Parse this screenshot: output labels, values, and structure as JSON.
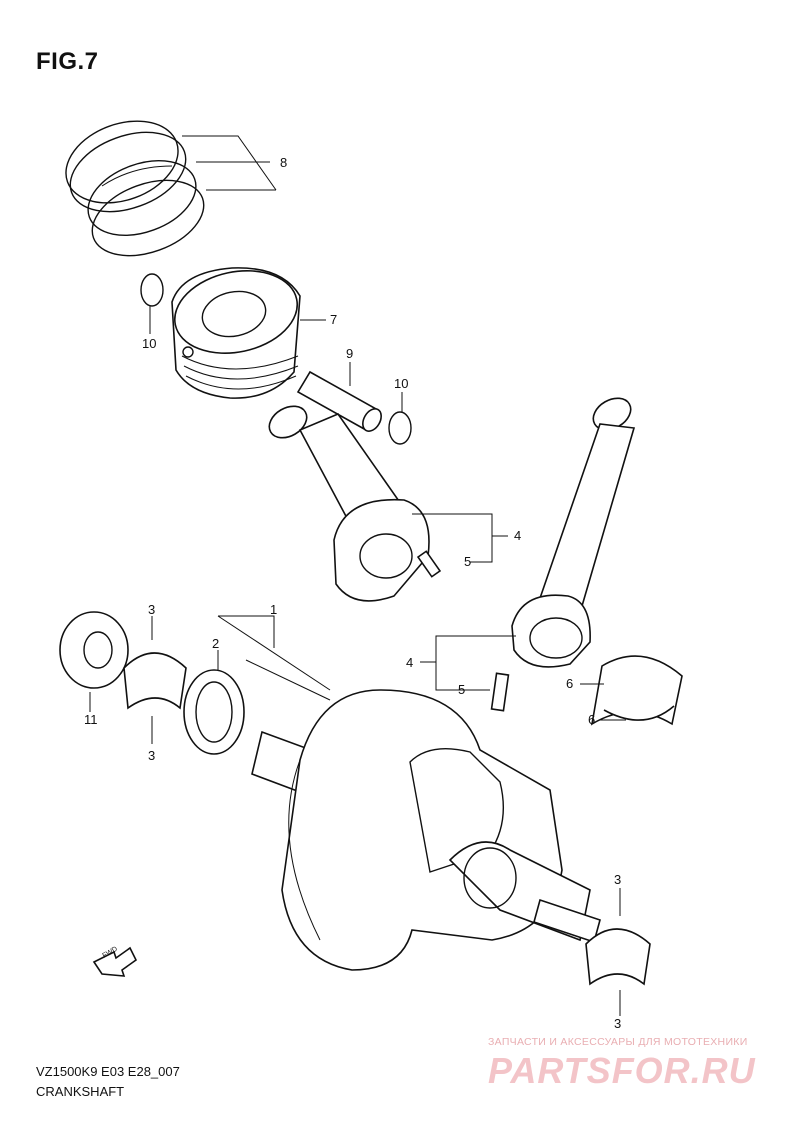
{
  "figure": {
    "title": "FIG.7"
  },
  "callouts": {
    "c1": "1",
    "c2": "2",
    "c3a": "3",
    "c3b": "3",
    "c3c": "3",
    "c3d": "3",
    "c4a": "4",
    "c4b": "4",
    "c5a": "5",
    "c5b": "5",
    "c6a": "6",
    "c6b": "6",
    "c7": "7",
    "c8": "8",
    "c9": "9",
    "c10a": "10",
    "c10b": "10",
    "c11": "11"
  },
  "footer": {
    "code": "VZ1500K9 E03 E28_007",
    "name": "CRANKSHAFT"
  },
  "watermark": {
    "tagline": "ЗАПЧАСТИ И АКСЕССУАРЫ ДЛЯ МОТОТЕХНИКИ",
    "brand": "PARTSFOR.RU",
    "color": "#f3c4c8"
  },
  "icons": {
    "fwd_arrow": "fwd-arrow-icon",
    "fwd_text": "FWD"
  }
}
